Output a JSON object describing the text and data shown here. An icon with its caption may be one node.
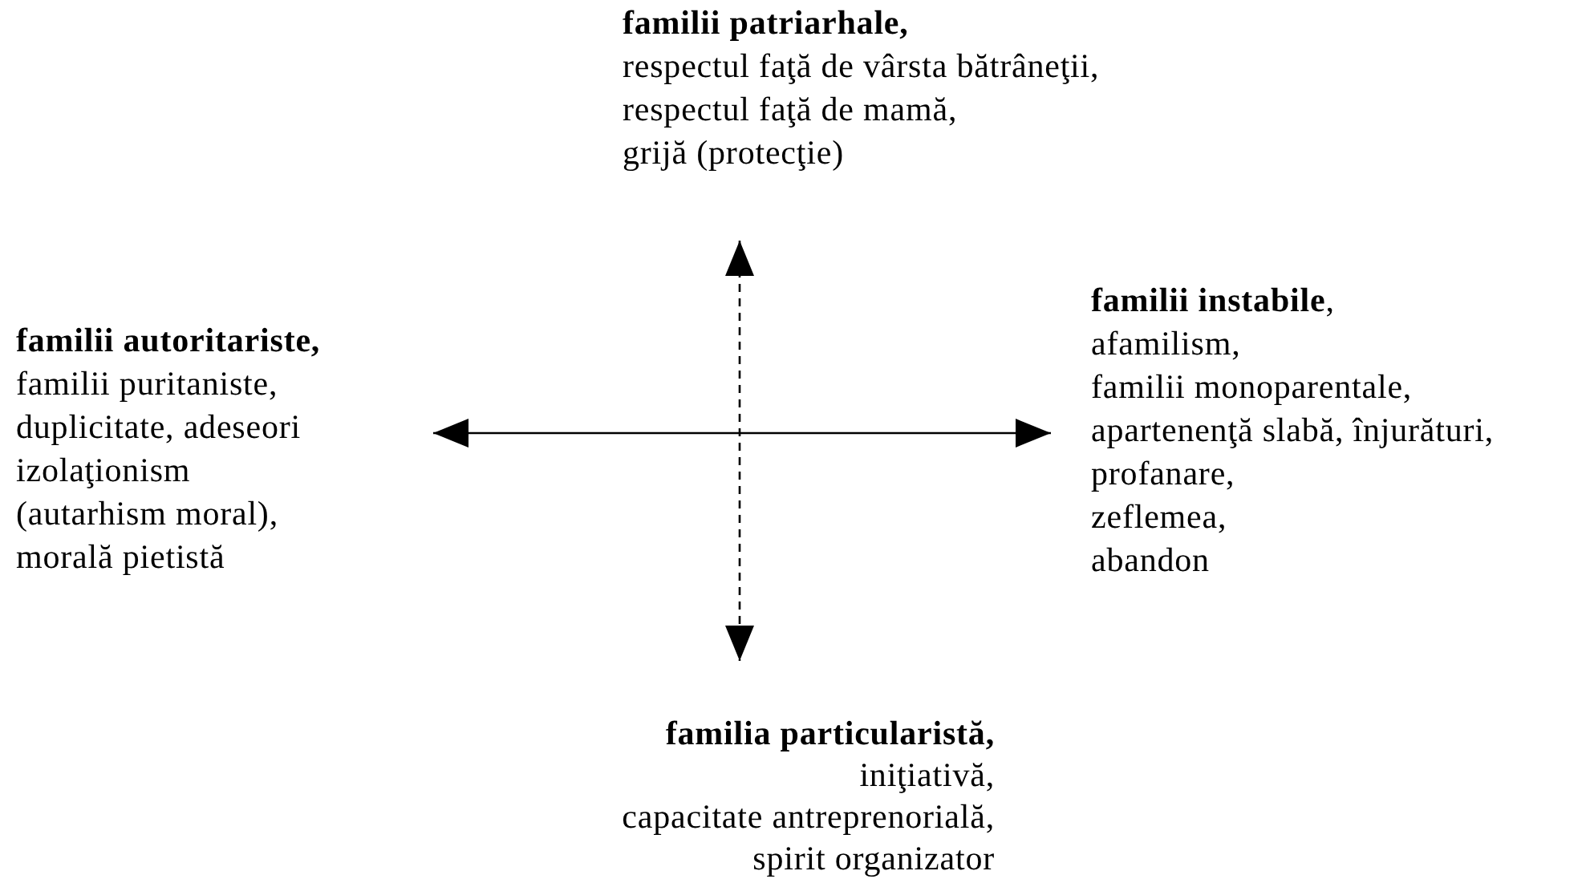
{
  "diagram": {
    "nodes": [
      {
        "text": [
          "familii patriarhale,",
          "respectul faţă de vârsta bătrâneţii,",
          "respectul faţă de mamă,",
          "grijă (protecţie)"
        ]
      },
      {
        "text": [
          "familii autoritariste,",
          "familii puritaniste,",
          "duplicitate, adeseori",
          "izolaţionism",
          "(autarhism moral),",
          "morală pietistă"
        ]
      },
      {
        "text": [
          "**familii instabile**,",
          "afamilism,",
          "familii monoparentale,",
          "apartenenţă slabă, înjurături,",
          "profanare,",
          "zeflemea,",
          "abandon"
        ]
      },
      {
        "text": [
          "familia particularistă,",
          "iniţiativă,",
          "capacitate antreprenorială,",
          "spirit organizator"
        ]
      }
    ],
    "edges": [
      {
        "from": 0,
        "to": 3,
        "arrow": "both",
        "style": "dashed"
      },
      {
        "from": 1,
        "to": 2,
        "arrow": "both"
      }
    ]
  }
}
